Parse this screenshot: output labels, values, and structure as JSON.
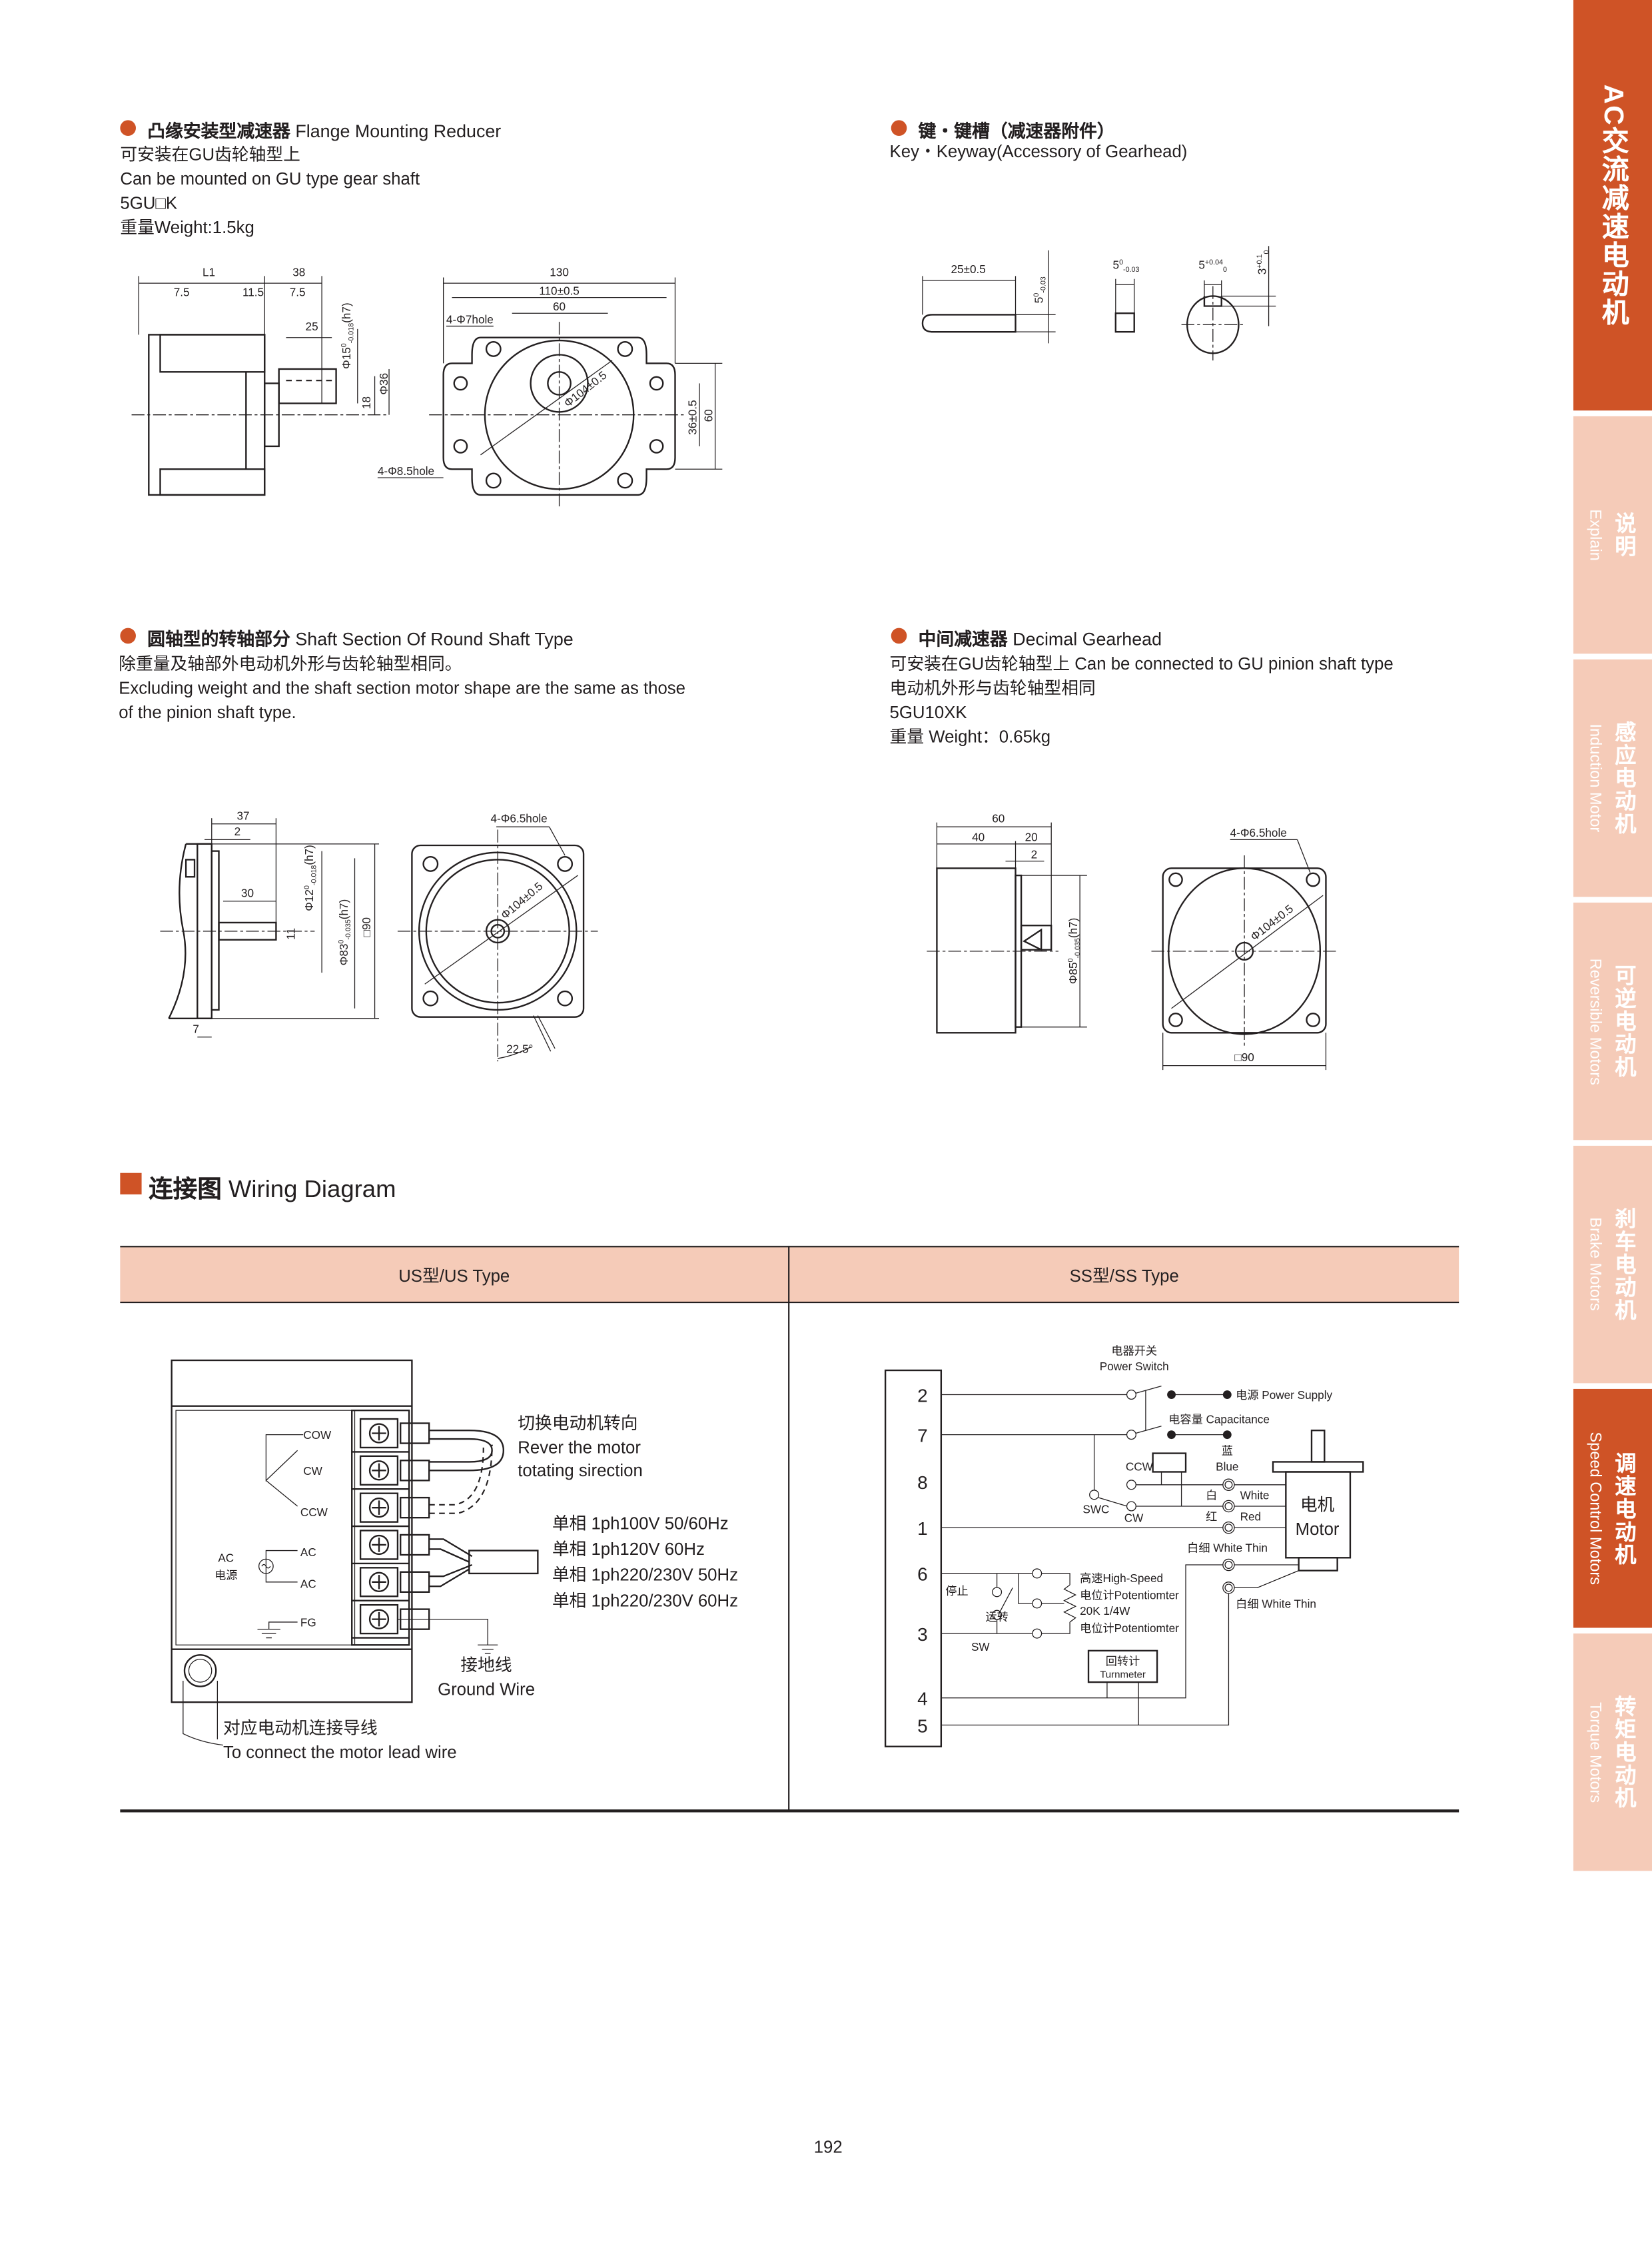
{
  "colors": {
    "accent": "#cf5326",
    "light": "#f5cbb8"
  },
  "sidebar": {
    "main": "AC交流减速电动机",
    "items": [
      {
        "cn": "说明",
        "en": "Explain"
      },
      {
        "cn": "感应电动机",
        "en": "Induction Motor"
      },
      {
        "cn": "可逆电动机",
        "en": "Reversible Motors"
      },
      {
        "cn": "刹车电动机",
        "en": "Brake Motors"
      },
      {
        "cn": "调速电动机",
        "en": "Speed Control Motors"
      },
      {
        "cn": "转矩电动机",
        "en": "Torque Motors"
      }
    ],
    "active_index": 4
  },
  "sections": {
    "flange": {
      "title_cn": "凸缘安装型减速器",
      "title_en": "Flange Mounting Reducer",
      "lines": [
        "可安装在GU齿轮轴型上",
        "Can be mounted on GU type gear shaft",
        "5GU□K",
        "重量Weight:1.5kg"
      ]
    },
    "key": {
      "title_cn": "键・键槽（减速器附件）",
      "lines": [
        "Key・Keyway(Accessory of Gearhead)"
      ]
    },
    "round": {
      "title_cn": "圆轴型的转轴部分",
      "title_en": "Shaft Section Of Round Shaft Type",
      "lines": [
        "除重量及轴部外电动机外形与齿轮轴型相同。",
        "Excluding weight and the shaft section motor shape are the same as those",
        "of the pinion shaft type."
      ]
    },
    "decimal": {
      "title_cn": "中间减速器",
      "title_en": "Decimal Gearhead",
      "lines": [
        "可安装在GU齿轮轴型上 Can be connected to GU pinion shaft type",
        "电动机外形与齿轮轴型相同",
        "5GU10XK",
        "重量 Weight：0.65kg"
      ]
    }
  },
  "drawings": {
    "flange": {
      "L1": "L1",
      "d38": "38",
      "d7_5a": "7.5",
      "d11_5": "11.5",
      "d7_5b": "7.5",
      "d25": "25",
      "shaft": {
        "main": "Φ15",
        "up": "0",
        "low": "-0.018",
        "suffix": "(h7)"
      },
      "d36": "Φ36",
      "d18": "18",
      "d130": "130",
      "d110": "110±0.5",
      "d60": "60",
      "hole7": "4-Φ7hole",
      "pcd": "Φ104±0.5",
      "d36b": "36±0.5",
      "d60b": "60",
      "hole85": "4-Φ8.5hole"
    },
    "key": {
      "len": "25±0.5",
      "h": {
        "main": "5",
        "up": "0",
        "low": "-0.03"
      },
      "w": {
        "main": "5",
        "up": "0",
        "low": "-0.03"
      },
      "slot": {
        "main": "5",
        "up": "+0.04",
        "low": "0"
      },
      "depth": {
        "main": "3",
        "up": "+0.1",
        "low": "0"
      }
    },
    "round": {
      "d37": "37",
      "d2": "2",
      "d30": "30",
      "shaft": {
        "main": "Φ12",
        "up": "0",
        "low": "-0.018",
        "suffix": "(h7)"
      },
      "d11": "11",
      "pilot": {
        "main": "Φ83",
        "up": "0",
        "low": "-0.035",
        "suffix": "(h7)"
      },
      "sq": "□90",
      "d7": "7",
      "hole": "4-Φ6.5hole",
      "pcd": "Φ104±0.5",
      "angle": "22.5°"
    },
    "decimal": {
      "d60": "60",
      "d40": "40",
      "d20": "20",
      "d2": "2",
      "pilot": {
        "main": "Φ85",
        "up": "0",
        "low": "-0.035",
        "suffix": "(h7)"
      },
      "hole": "4-Φ6.5hole",
      "pcd": "Φ104±0.5",
      "sq": "□90"
    }
  },
  "wiring": {
    "title_cn": "连接图",
    "title_en": "Wiring Diagram",
    "col_us": "US型/US Type",
    "col_ss": "SS型/SS Type",
    "us": {
      "terminals": [
        "COW",
        "CW",
        "CCW",
        "AC",
        "AC",
        "FG"
      ],
      "ac_label": "AC",
      "power_label": "电源",
      "reverse_cn": "切换电动机转向",
      "reverse_en1": "Rever the motor",
      "reverse_en2": "totating sirection",
      "voltages": [
        "单相 1ph100V  50/60Hz",
        "单相 1ph120V  60Hz",
        "单相 1ph220/230V  50Hz",
        "单相 1ph220/230V  60Hz"
      ],
      "ground_cn": "接地线",
      "ground_en": "Ground Wire",
      "lead_cn": "对应电动机连接导线",
      "lead_en": "To connect the motor lead wire"
    },
    "ss": {
      "numbers": [
        "2",
        "7",
        "8",
        "1",
        "6",
        "3",
        "4",
        "5"
      ],
      "switch_cn": "电器开关",
      "switch_en": "Power Switch",
      "supply": "电源 Power Supply",
      "capacitance": "电容量 Capacitance",
      "blue_cn": "蓝",
      "blue_en": "Blue",
      "white_cn": "白",
      "white_en": "White",
      "red_cn": "红",
      "red_en": "Red",
      "ccw": "CCW",
      "cw": "CW",
      "swc": "SWC",
      "motor_cn": "电机",
      "motor_en": "Motor",
      "white_thin1": "白细 White Thin",
      "white_thin2": "白细 White Thin",
      "stop": "停止",
      "run": "运转",
      "sw": "SW",
      "pot1": "高速High-Speed",
      "pot2": "电位计Potentiomter",
      "pot3": "20K  1/4W",
      "pot4": "电位计Potentiomter",
      "turn_cn": "回转计",
      "turn_en": "Turnmeter"
    }
  },
  "page_number": "192"
}
